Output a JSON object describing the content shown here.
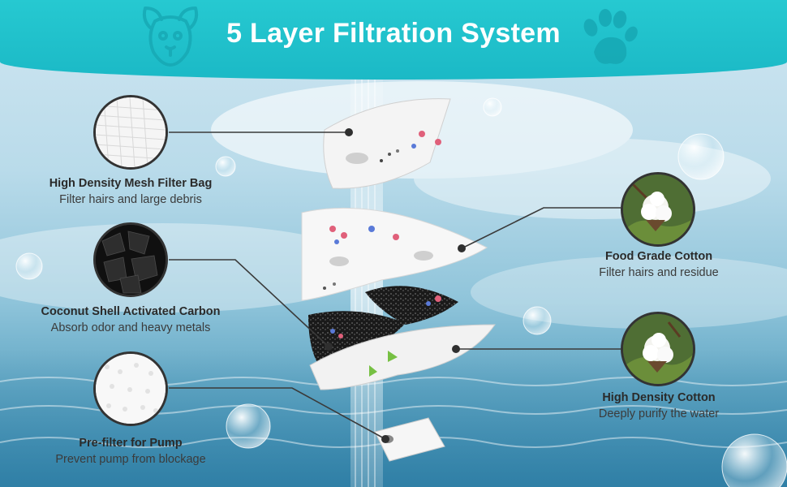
{
  "header": {
    "title": "5 Layer Filtration System",
    "colors": {
      "banner": "#1fc1cb",
      "text": "#ffffff"
    }
  },
  "layers": [
    {
      "name": "High Density Mesh Filter Bag",
      "desc": "Filter hairs and large debris"
    },
    {
      "name": "Coconut Shell Activated Carbon",
      "desc": "Absorb odor and heavy metals"
    },
    {
      "name": "Pre-filter for Pump",
      "desc": "Prevent pump from blockage"
    },
    {
      "name": "Food Grade Cotton",
      "desc": "Filter hairs and residue"
    },
    {
      "name": "High Density Cotton",
      "desc": "Deeply purify the water"
    }
  ],
  "icons": [
    "dog-icon",
    "paw-icon"
  ]
}
